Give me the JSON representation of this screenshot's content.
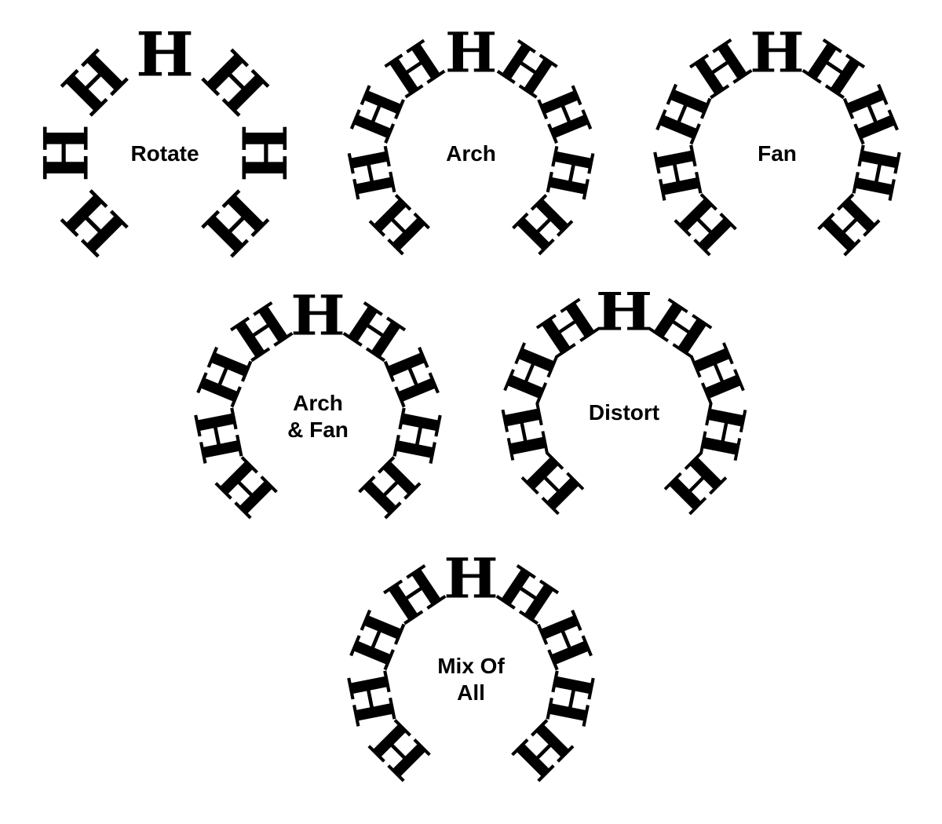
{
  "letter": "H",
  "color": "#000000",
  "groups": [
    {
      "id": "rotate",
      "label": [
        "Rotate"
      ],
      "count": 7,
      "style": "rotate"
    },
    {
      "id": "arch",
      "label": [
        "Arch"
      ],
      "count": 9,
      "style": "arch"
    },
    {
      "id": "fan",
      "label": [
        "Fan"
      ],
      "count": 9,
      "style": "fan"
    },
    {
      "id": "arch-fan",
      "label": [
        "Arch",
        "& Fan"
      ],
      "count": 9,
      "style": "arch-fan"
    },
    {
      "id": "distort",
      "label": [
        "Distort"
      ],
      "count": 9,
      "style": "distort"
    },
    {
      "id": "mix",
      "label": [
        "Mix Of",
        "All"
      ],
      "count": 9,
      "style": "mix"
    }
  ]
}
